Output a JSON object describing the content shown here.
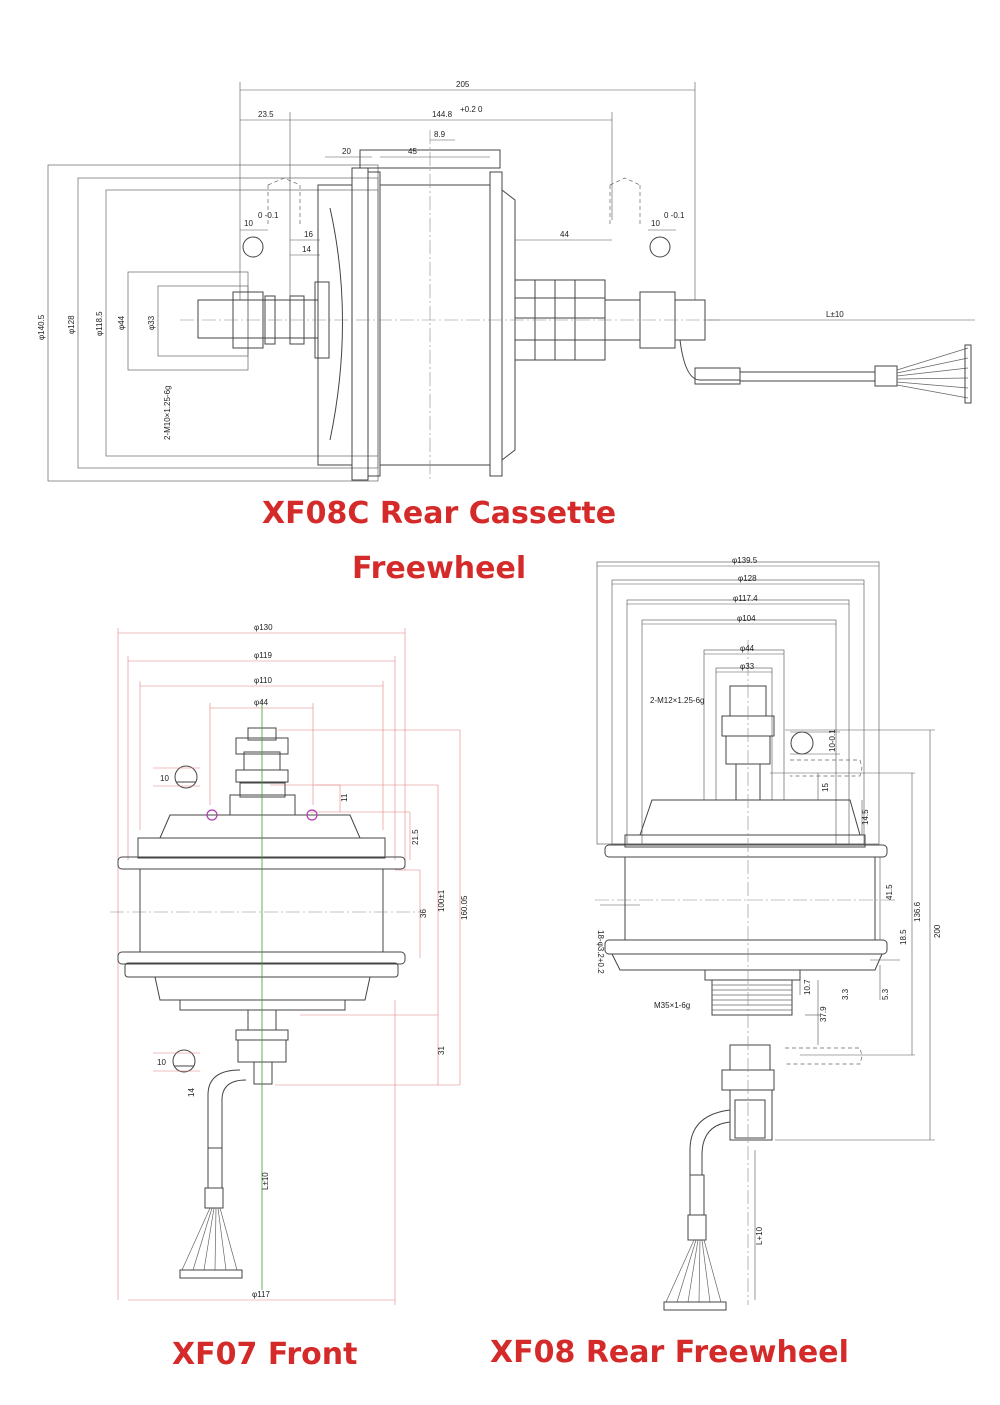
{
  "captions": {
    "xf08c_line1": "XF08C Rear Cassette",
    "xf08c_line2": "Freewheel",
    "xf07": "XF07 Front",
    "xf08": "XF08 Rear Freewheel"
  },
  "xf08c": {
    "dims": {
      "overall": "205",
      "left": "23.5",
      "span": "144.8",
      "span_tol": "+0.2 0",
      "d8_9": "8.9",
      "d20": "20",
      "d45": "45",
      "d16": "16",
      "d14": "14",
      "d44": "44",
      "d10_left": "10",
      "tol_left": "0 -0.1",
      "d10_right": "10",
      "tol_right": "0 -0.1",
      "cable": "L±10",
      "dia_140": "φ140.5",
      "dia_128": "φ128",
      "dia_118": "φ118.5",
      "dia_44": "φ44",
      "dia_33": "φ33",
      "thread": "2-M10×1.25-6g"
    }
  },
  "xf07": {
    "dims": {
      "dia_130": "φ130",
      "dia_119": "φ119",
      "dia_110": "φ110",
      "dia_44": "φ44",
      "d10_top": "10",
      "d11": "11",
      "d21_5": "21.5",
      "d100": "100±1",
      "d160": "160.05",
      "d36": "36",
      "d31": "31",
      "d10_bot": "10",
      "d14": "14",
      "cable": "L±10",
      "dia_117": "φ117"
    }
  },
  "xf08": {
    "dims": {
      "dia_139": "φ139.5",
      "dia_128": "φ128",
      "dia_117": "φ117.4",
      "dia_104": "φ104",
      "dia_44": "φ44",
      "dia_33": "φ33",
      "thread": "2-M12×1.25-6g",
      "d10": "10-0.1",
      "d15": "15",
      "d14_5": "14.5",
      "holes": "18-φ3.2+0.2",
      "d41_5": "41.5",
      "d136": "136.6",
      "d200": "200",
      "d18_5": "18.5",
      "d10_7": "10.7",
      "d3_3": "3.3",
      "d5_3": "5.3",
      "d37_9": "37.9",
      "m35": "M35×1-6g",
      "cable": "L+10"
    }
  }
}
